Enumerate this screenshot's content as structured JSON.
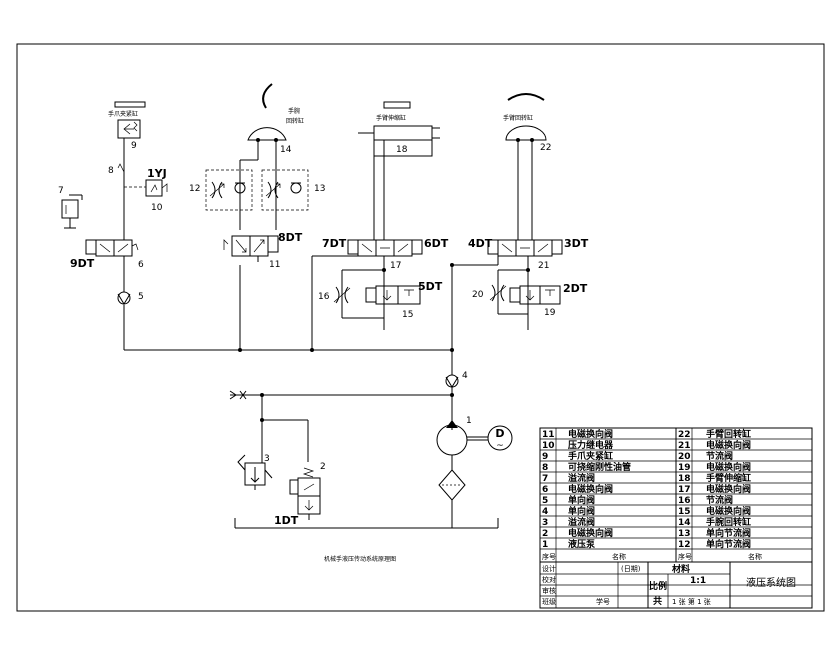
{
  "diagram": {
    "component_numbers": {
      "n1": "1",
      "n2": "2",
      "n3": "3",
      "n4": "4",
      "n5": "5",
      "n6": "6",
      "n7": "7",
      "n8": "8",
      "n9": "9",
      "n10": "10",
      "n11": "11",
      "n12": "12",
      "n13": "13",
      "n14": "14",
      "n15": "15",
      "n16": "16",
      "n17": "17",
      "n18": "18",
      "n19": "19",
      "n20": "20",
      "n21": "21",
      "n22": "22"
    },
    "solenoids": {
      "s1": "1DT",
      "s2": "2DT",
      "s3": "3DT",
      "s4": "4DT",
      "s5": "5DT",
      "s6": "6DT",
      "s7": "7DT",
      "s8": "8DT",
      "s9": "9DT",
      "pressure_relay": "1YJ"
    },
    "motor": "D",
    "motor_sub": "~",
    "cyl_labels": {
      "clamp": "手爪夹紧缸",
      "wrist_top": "手腕",
      "wrist_bot": "回转缸",
      "arm_extend": "手臂伸缩缸",
      "arm_rotate": "手臂回转缸"
    },
    "caption": "机械手液压传动系统原理图"
  },
  "parts_table": {
    "left": [
      {
        "no": "11",
        "name": "电磁换向阀"
      },
      {
        "no": "10",
        "name": "压力继电器"
      },
      {
        "no": "9",
        "name": "手爪夹紧缸"
      },
      {
        "no": "8",
        "name": "可挠缩刚性油管"
      },
      {
        "no": "7",
        "name": "溢流阀"
      },
      {
        "no": "6",
        "name": "电磁换向阀"
      },
      {
        "no": "5",
        "name": "单向阀"
      },
      {
        "no": "4",
        "name": "单向阀"
      },
      {
        "no": "3",
        "name": "溢流阀"
      },
      {
        "no": "2",
        "name": "电磁换向阀"
      },
      {
        "no": "1",
        "name": "液压泵"
      }
    ],
    "right": [
      {
        "no": "22",
        "name": "手臂回转缸"
      },
      {
        "no": "21",
        "name": "电磁换向阀"
      },
      {
        "no": "20",
        "name": "节流阀"
      },
      {
        "no": "19",
        "name": "电磁换向阀"
      },
      {
        "no": "18",
        "name": "手臂伸缩缸"
      },
      {
        "no": "17",
        "name": "电磁换向阀"
      },
      {
        "no": "16",
        "name": "节流阀"
      },
      {
        "no": "15",
        "name": "电磁换向阀"
      },
      {
        "no": "14",
        "name": "手腕回转缸"
      },
      {
        "no": "13",
        "name": "单向节流阀"
      },
      {
        "no": "12",
        "name": "单向节流阀"
      }
    ],
    "header_no": "序号",
    "header_name": "名称"
  },
  "title_block": {
    "design": "设计",
    "check": "校对",
    "review": "审核",
    "class": "班级",
    "student_no": "学号",
    "date": "(日期)",
    "material": "材料",
    "scale_label": "比例",
    "scale_value": "1:1",
    "sheets": "共",
    "sheets_value": "1 张 第 1 张",
    "drawing_title": "液压系统图"
  }
}
